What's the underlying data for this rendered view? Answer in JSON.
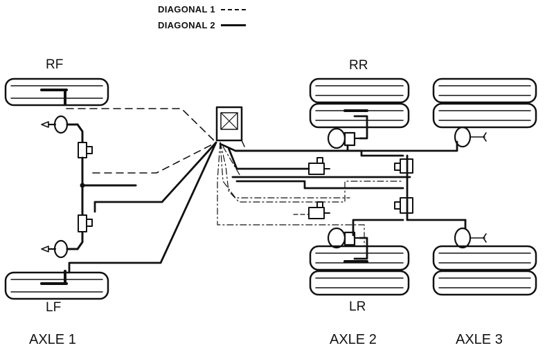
{
  "legend": {
    "diagonal1": "DIAGONAL 1",
    "diagonal2": "DIAGONAL 2",
    "diagonal1_style": "dashed",
    "diagonal2_style": "solid"
  },
  "wheels": {
    "rf": "RF",
    "lf": "LF",
    "rr": "RR",
    "lr": "LR"
  },
  "axles": {
    "axle1": "AXLE 1",
    "axle2": "AXLE 2",
    "axle3": "AXLE 3"
  },
  "colors": {
    "line": "#111111",
    "background": "#ffffff"
  }
}
